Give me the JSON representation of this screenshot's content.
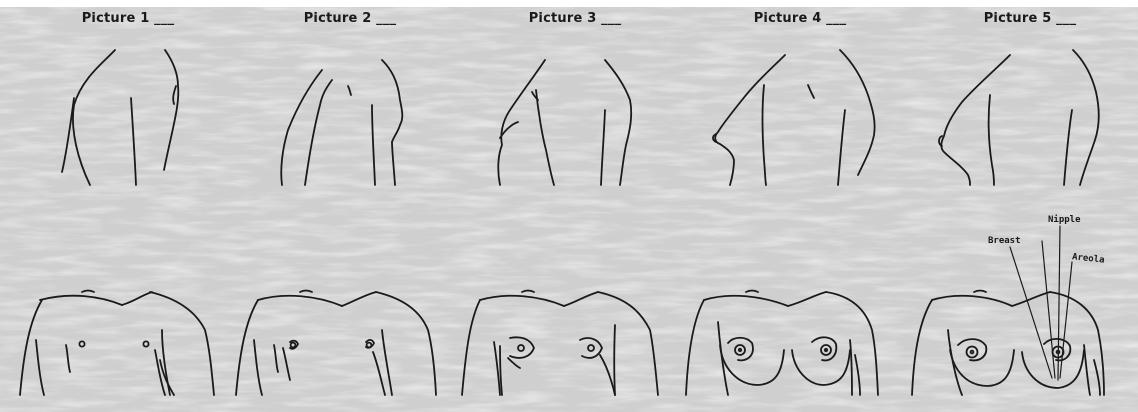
{
  "figure": {
    "panels": [
      {
        "title": "Picture 1 ___"
      },
      {
        "title": "Picture 2 ___"
      },
      {
        "title": "Picture 3 ___"
      },
      {
        "title": "Picture 4 ___"
      },
      {
        "title": "Picture 5 ___"
      }
    ],
    "callouts": {
      "breast": "Breast",
      "nipple": "Nipple",
      "areola": "Areola"
    }
  },
  "colors": {
    "background": "#d8d8d8",
    "line": "#1a1a1a"
  }
}
